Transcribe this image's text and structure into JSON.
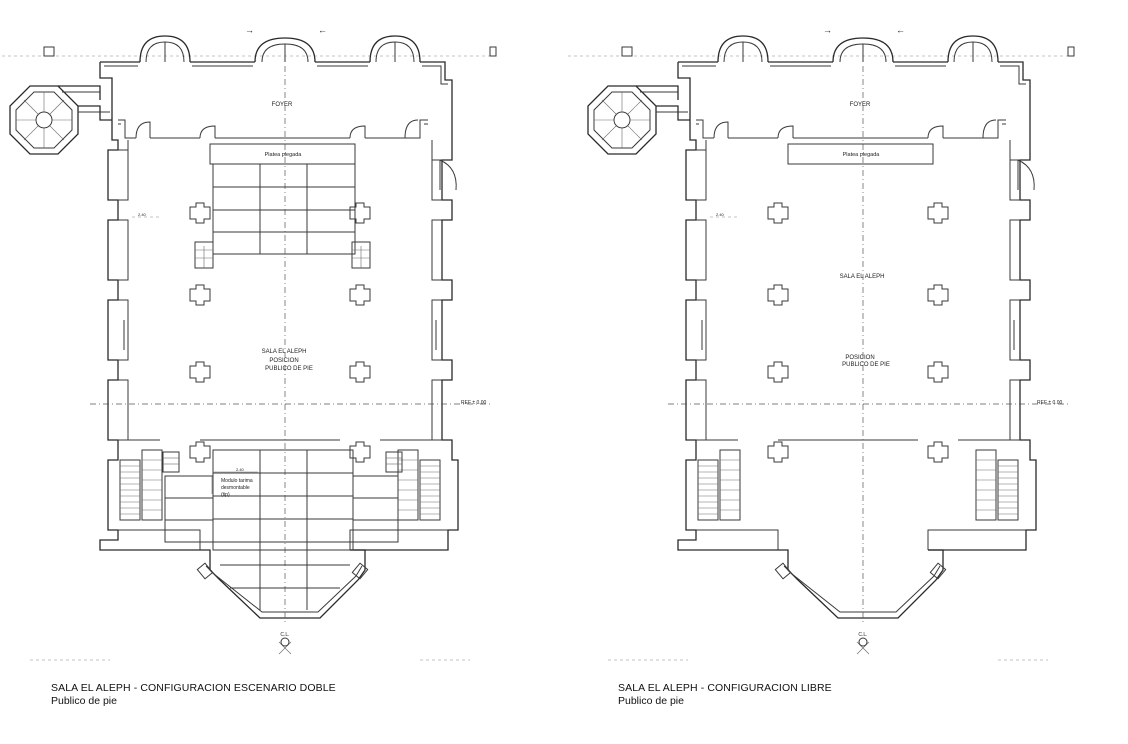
{
  "plans": [
    {
      "id": "doble",
      "caption_title": "SALA EL ALEPH - CONFIGURACION ESCENARIO DOBLE",
      "caption_sub": "Publico de pie",
      "labels": {
        "foyer": "FOYER",
        "platea": "Platea plegada",
        "sala": "SALA EL ALEPH",
        "posicion_1": "POSICION",
        "posicion_2": "PUBLICO DE PIE",
        "ref": "REF ± 0.00",
        "cl": "C.L.",
        "modulo_1": "Modulo tarima",
        "modulo_2": "desmontable",
        "modulo_3": "(tip)",
        "dim_a": "2.40",
        "dim_b": "2.40"
      }
    },
    {
      "id": "libre",
      "caption_title": "SALA EL ALEPH - CONFIGURACION LIBRE",
      "caption_sub": "Publico de pie",
      "labels": {
        "foyer": "FOYER",
        "platea": "Platea plegada",
        "sala": "SALA EL ALEPH",
        "posicion_1": "POSICION",
        "posicion_2": "PUBLICO DE PIE",
        "ref": "REF ± 0.00",
        "cl": "C.L.",
        "dim_a": "2.40"
      }
    }
  ],
  "arrows": {
    "right": "→",
    "left": "←"
  },
  "colors": {
    "line": "#3a3a3a",
    "background": "#ffffff"
  }
}
